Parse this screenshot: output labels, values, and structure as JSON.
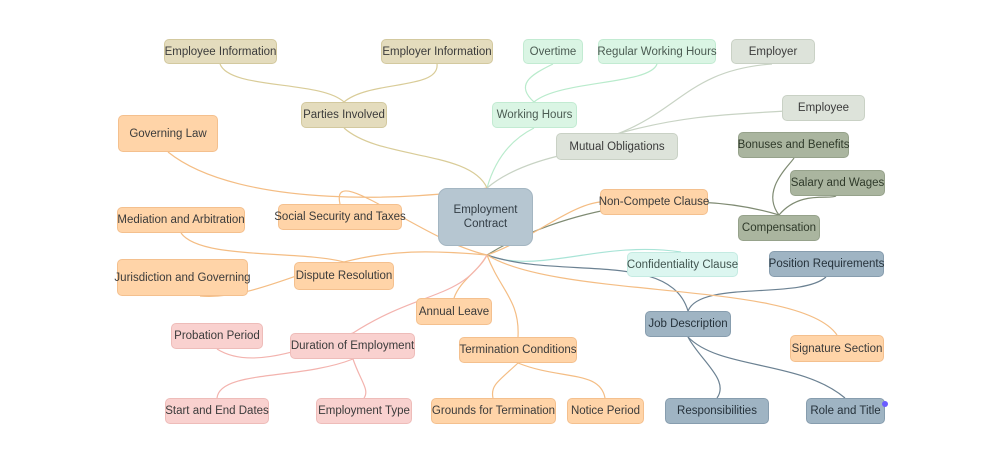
{
  "diagram": {
    "root": {
      "label": "Employment Contract",
      "color": "#b6c6d1"
    },
    "nodes": {
      "employee_information": "Employee Information",
      "employer_information": "Employer Information",
      "parties_involved": "Parties Involved",
      "overtime": "Overtime",
      "regular_working_hours": "Regular Working Hours",
      "employer": "Employer",
      "working_hours": "Working Hours",
      "employee": "Employee",
      "mutual_obligations": "Mutual Obligations",
      "governing_law": "Governing Law",
      "bonuses_and_benefits": "Bonuses and Benefits",
      "salary_and_wages": "Salary and Wages",
      "compensation": "Compensation",
      "non_compete_clause": "Non-Compete Clause",
      "social_security_and_taxes": "Social Security and Taxes",
      "mediation_and_arbitration": "Mediation and Arbitration",
      "jurisdiction_and_governing": "Jurisdiction and Governing",
      "dispute_resolution": "Dispute Resolution",
      "confidentiality_clause": "Confidentiality Clause",
      "position_requirements": "Position Requirements",
      "annual_leave": "Annual Leave",
      "probation_period": "Probation Period",
      "duration_of_employment": "Duration of Employment",
      "termination_conditions": "Termination Conditions",
      "job_description": "Job Description",
      "signature_section": "Signature Section",
      "start_and_end_dates": "Start and End Dates",
      "employment_type": "Employment Type",
      "grounds_for_termination": "Grounds for Termination",
      "notice_period": "Notice Period",
      "responsibilities": "Responsibilities",
      "role_and_title": "Role and Title"
    },
    "colors": {
      "olive": "#e4dcbd",
      "mint": "#daf5e4",
      "sage": "#dde3da",
      "moss": "#aab59f",
      "peach": "#ffd4a8",
      "aqua": "#dcf6f0",
      "steel": "#9fb4c3",
      "pink": "#f9d1cf"
    }
  }
}
